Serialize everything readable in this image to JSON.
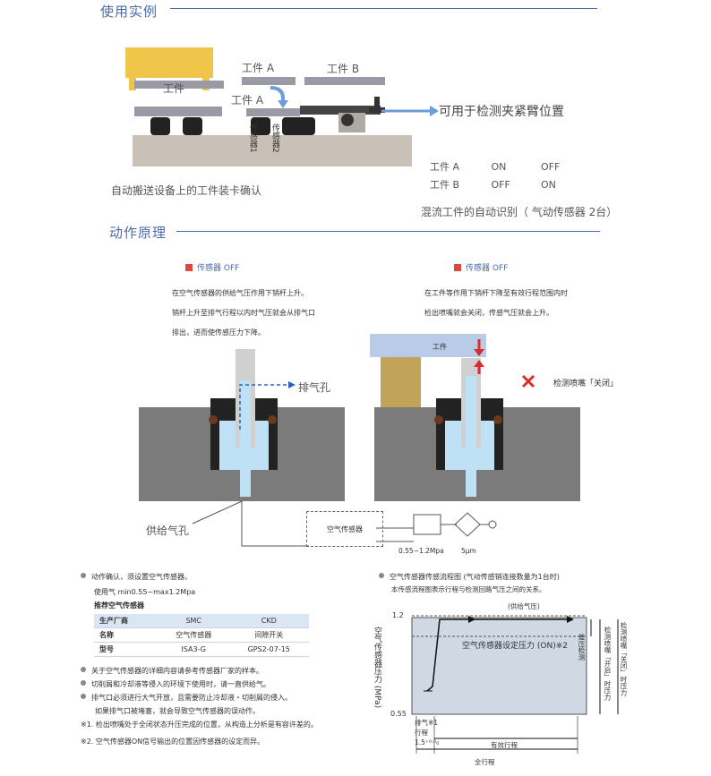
{
  "section1": {
    "title": "使用实例",
    "workpiece": "工件",
    "workA": "工件 A",
    "workB": "工件 B",
    "workA2": "工件 A",
    "sensor1": "传感器1",
    "sensor2": "传感器2",
    "clamp_note": "可用于检测夹紧臂位置",
    "left_caption": "自动搬送设备上的工件装卡确认",
    "truth_table": [
      {
        "name": "工件 A",
        "s1": "ON",
        "s2": "OFF"
      },
      {
        "name": "工件 B",
        "s1": "OFF",
        "s2": "ON"
      }
    ],
    "right_caption": "混流工件的自动识别（ 气动传感器 2台）"
  },
  "section2": {
    "title": "动作原理",
    "left_heading": "传感器 OFF",
    "left_text": [
      "在空气传感器的供给气压作用下销杆上升。",
      "销杆上升至排气行程以内时气压就会从排气口",
      "排出，进而使传感压力下降。"
    ],
    "right_heading": "传感器 OFF",
    "right_text": [
      "在工件等作用下销杆下降至有效行程范围内时",
      "检出喷嘴就会关闭，传感气压就会上升。"
    ],
    "exhaust_label": "排气孔",
    "workpiece_label": "工件",
    "nozzle_closed": "检测喷嘴「关闭」",
    "supply_label": "供给气孔",
    "air_sensor_box": "空气传感器",
    "regulator_range": "0.55~1.2Mpa",
    "filter_label": "5μm"
  },
  "notes": {
    "line1": "动作确认，须设置空气传感器。",
    "line2": "使用气 min0.55~max1.2Mpa",
    "recommend": "推荐空气传感器",
    "table": {
      "header": [
        "生产厂商",
        "SMC",
        "CKD"
      ],
      "rows": [
        [
          "名称",
          "空气传感器",
          "间隙开关"
        ],
        [
          "型号",
          "ISA3-G",
          "GPS2-07-15"
        ]
      ]
    },
    "bullets": [
      "关于空气传感器的详细内容请参考传感器厂家的样本。",
      "切削屑和冷却液等侵入的环境下使用时，请一直供给气。",
      "排气口必须进行大气开放，且需要防止冷却液・切削屑的侵入。"
    ],
    "indent": "如果排气口被堵塞，就会导致空气传感器的误动作。",
    "footnote1": "※1. 检出喷嘴处于全闭状态升压完成的位置，从构造上分析是有容许差的。",
    "footnote2": "※2. 空气传感器ON信号输出的位置因传感器的设定而异。"
  },
  "graph": {
    "title": "空气传感器传感流程图 (气动传感销连接数量为1台时)",
    "subtitle": "本传感流程图表示行程与检测回路气压之间的关系。",
    "y_label": "空气传感器压力 (MPa)",
    "y_top": "1.2",
    "y_bottom": "0.55",
    "supply_label": "(供给气压)",
    "setting_label": "空气传感器设定压力 (ON)※2",
    "diff_label": "差压检测",
    "nozzle_open_label": "检测喷嘴「开启」时压力",
    "nozzle_closed_label": "检测喷嘴「关闭」时压力",
    "exhaust_stroke": "排气※1",
    "exhaust_stroke2": "行程",
    "exhaust_value": "1.5⁺⁰·⁵₀",
    "effective_stroke": "有效行程",
    "full_stroke": "全行程"
  }
}
